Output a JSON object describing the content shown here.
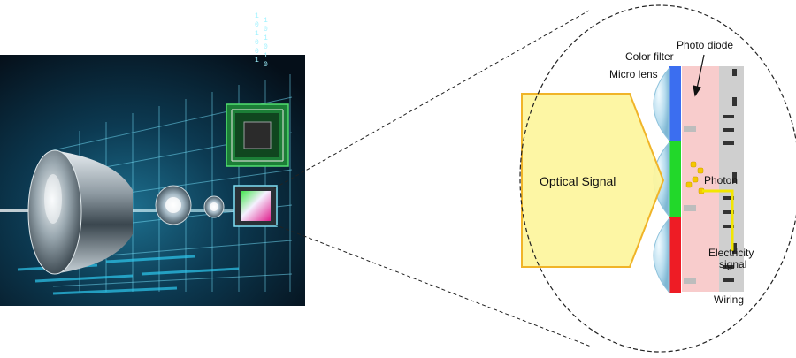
{
  "diagram": {
    "labels": {
      "optical_signal": "Optical Signal",
      "color_filter": "Color filter",
      "photo_diode": "Photo diode",
      "micro_lens": "Micro lens",
      "photon": "Photon",
      "electricity_line1": "Electricity",
      "electricity_line2": "signal",
      "wiring": "Wiring"
    },
    "binary_digits": [
      "1",
      "0",
      "1",
      "0",
      "0",
      "1",
      "1",
      "0",
      "1",
      "0",
      "1",
      "0"
    ],
    "colors": {
      "arrow_fill": "#fdf59a",
      "arrow_stroke": "#f0b428",
      "filter_blue": "#3b6ef0",
      "filter_green": "#22d82a",
      "filter_red": "#ee1c25",
      "photodiode": "#f8cccc",
      "wiring": "#cfcfcf",
      "photon": "#f5c800",
      "signal_wire": "#f2e600",
      "lens": "#bcdff0",
      "scene_bg": "#0a1e2e",
      "scene_glow": "#1fd6f0",
      "chip_green": "#1f8a3a"
    }
  }
}
